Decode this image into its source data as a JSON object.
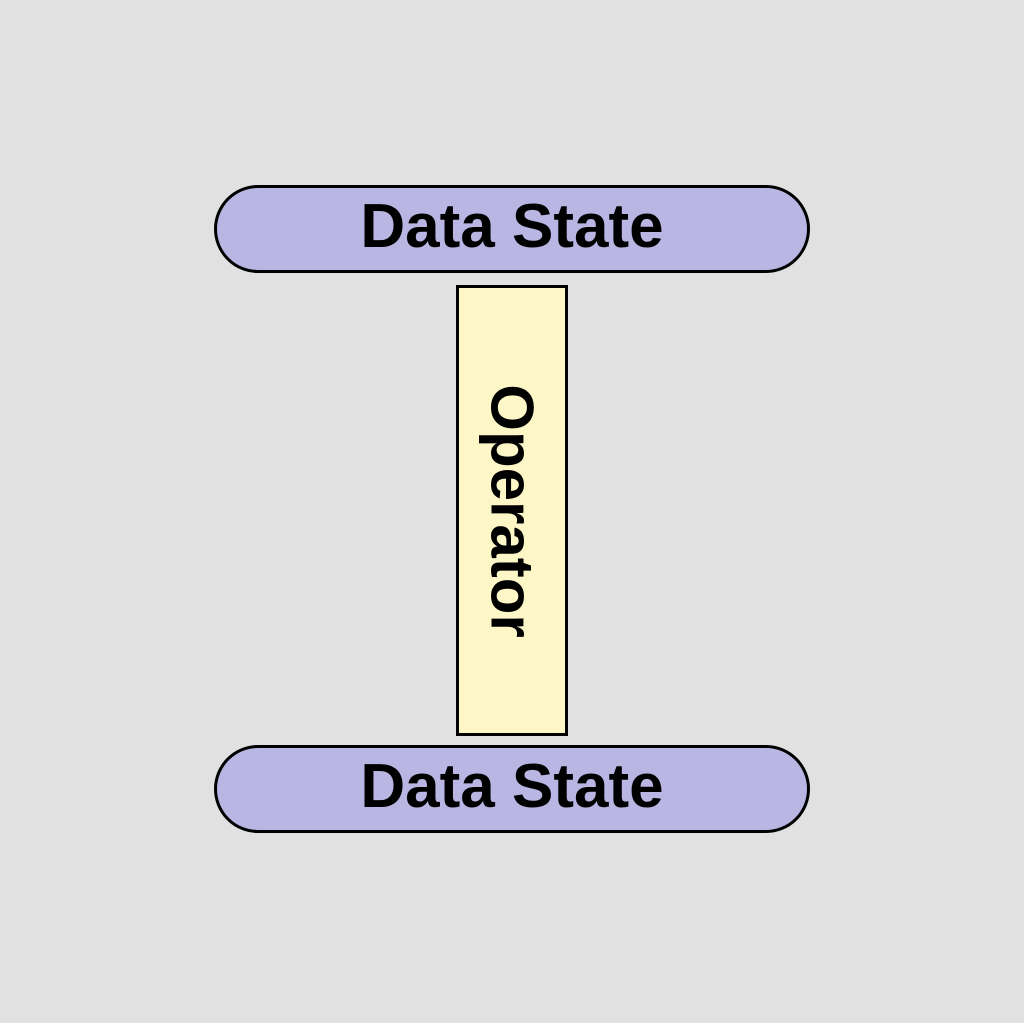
{
  "diagram": {
    "background_color": "#e1e1e1",
    "border_color": "#000000",
    "nodes": {
      "data_state_top": {
        "label": "Data State",
        "shape": "stadium",
        "fill": "#b9b6e4"
      },
      "operator": {
        "label": "Operator",
        "shape": "rectangle",
        "fill": "#fdf7c7",
        "text_rotation": "90deg"
      },
      "data_state_bottom": {
        "label": "Data State",
        "shape": "stadium",
        "fill": "#b9b6e4"
      }
    }
  }
}
